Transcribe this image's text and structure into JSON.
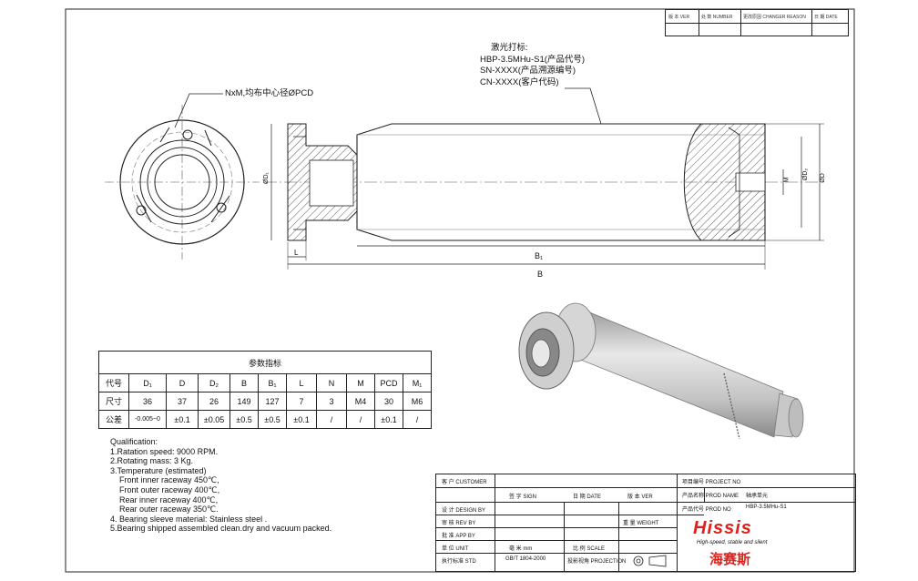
{
  "revision_block": {
    "c1": "版 本  VER",
    "c2": "处 数 NUMBER",
    "c3": "更改原因  CHANGER REASON",
    "c4": "日 期  DATE"
  },
  "laser_mark": {
    "heading": "激光打标:",
    "line1": "HBP-3.5MHu-S1(产品代号)",
    "line2": "SN-XXXX(产品溯源编号)",
    "line3": "CN-XXXX(客户代码)"
  },
  "callout": "NxM,均布中心径ØPCD",
  "dims": {
    "d1": "ØD₁",
    "d": "ØD",
    "d2": "ØD₂",
    "m": "M",
    "l": "L",
    "b1": "B₁",
    "b": "B"
  },
  "param_table": {
    "title": "参数指标",
    "headers": [
      "代号",
      "D₁",
      "D",
      "D₂",
      "B",
      "B₁",
      "L",
      "N",
      "M",
      "PCD",
      "M₁"
    ],
    "rows": [
      [
        "尺寸",
        "36",
        "37",
        "26",
        "149",
        "127",
        "7",
        "3",
        "M4",
        "30",
        "M6"
      ],
      [
        "公差",
        "-0.005~0",
        "±0.1",
        "±0.05",
        "±0.5",
        "±0.5",
        "±0.1",
        "/",
        "/",
        "±0.1",
        "/"
      ]
    ]
  },
  "notes": [
    "Qualification:",
    "1.Ratation speed: 9000 RPM.",
    "2.Rotating mass:  3 Kg.",
    "3.Temperature (estimated)",
    "   Front inner raceway 450℃,",
    "   Front outer raceway 400℃,",
    "   Rear inner raceway 400℃,",
    "   Rear outer raceway 350℃.",
    "4.  Bearing sleeve material: Stainless steel .",
    "5.Bearing shipped assembled clean.dry and vacuum packed."
  ],
  "title_block": {
    "customer": "客 户  CUSTOMER",
    "project_no": "项目编号 PROJECT NO",
    "product_name_label": "产品名称 PROD NAME",
    "product_name_value": "轴承单元",
    "product_no_label": "产品代号 PROD NO",
    "product_no_value": "HBP-3.5MHu-S1",
    "sign": "签 字  SIGN",
    "date": "日 期  DATE",
    "ver": "版 本  VER",
    "design": "设 计  DESIGN BY",
    "review": "审 核  REV BY",
    "approve": "批 准  APP BY",
    "unit": "单 位  UNIT",
    "standard": "执行标准  STD",
    "weight": "重 量  WEIGHT",
    "unit_value": "毫 米  mm",
    "scale": "比 例  SCALE",
    "std_value": "GB/T 1804-2000",
    "projection": "投影视角 PROJECTION",
    "brand": "Hissis",
    "slogan": "High-speed, stable and silent",
    "brand_cn": "海赛斯"
  },
  "colors": {
    "line": "#222222",
    "brand_red": "#e0201b",
    "render_gray": "#c8c8c8"
  }
}
